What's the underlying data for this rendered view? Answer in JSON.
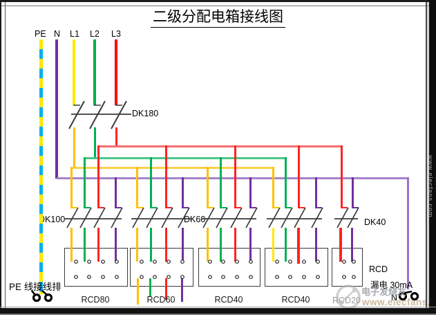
{
  "title": "二级分配电箱接线图",
  "incoming": {
    "pe": "PE",
    "n": "N",
    "l1": "L1",
    "l2": "L2",
    "l3": "L3"
  },
  "breakers": {
    "main": "DK180",
    "group1": "DK100",
    "group2": "DK60",
    "group5": "DK40"
  },
  "rcd_labels": [
    "RCD80",
    "RCD60",
    "RCD40",
    "RCD40",
    "RCD20"
  ],
  "rcd_note": {
    "title": "RCD",
    "detail": "漏电 30mA"
  },
  "neutral_label": "N",
  "pe_bar_label": "PE 线接线排",
  "watermark": {
    "brand": "电子发烧友",
    "url": "www.elecfans.com"
  },
  "colors": {
    "pe_yellow": "#ffe800",
    "pe_blue": "#00b0f0",
    "neutral": "#7030a0",
    "l1": "#ffe800",
    "l2": "#00b050",
    "l3": "#ff0000",
    "phase_a_branch": "#ffc000",
    "phase_b_branch": "#00b050",
    "phase_c_branch": "#ff2222",
    "bus_a": "#ffce45",
    "bus_b": "#4cc688",
    "bus_c": "#f56e6e",
    "bus_n": "#a583c9"
  }
}
